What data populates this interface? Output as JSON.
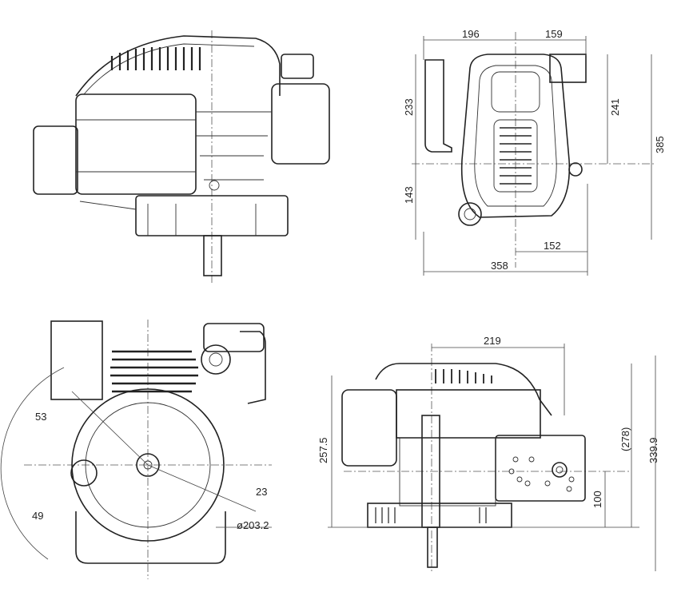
{
  "drawing": {
    "side_view": {},
    "front_view": {
      "dim_top_left": "196",
      "dim_top_right": "159",
      "dim_upper_height": "233",
      "dim_right_height": "241",
      "dim_total_height": "385",
      "dim_lower_height": "143",
      "dim_lower_right_width": "152",
      "dim_total_width": "358"
    },
    "bottom_view": {
      "dim_angle_upper": "53",
      "dim_angle_lower": "49",
      "dim_offset": "23",
      "dim_diameter": "ø203.2"
    },
    "rear_view": {
      "dim_width": "219",
      "dim_height_left": "257.5",
      "dim_height_ref": "(278)",
      "dim_total_height": "339.9",
      "dim_shaft_height": "100"
    }
  }
}
